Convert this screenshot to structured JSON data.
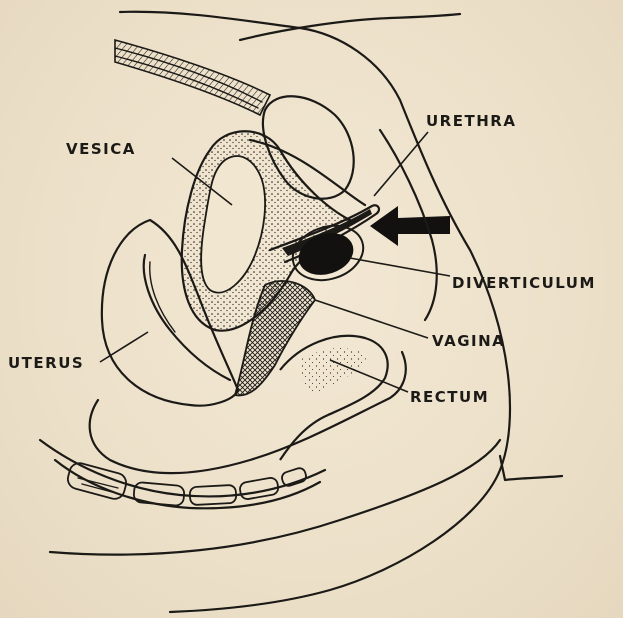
{
  "colors": {
    "paper": "#efe3cd",
    "ink": "#1c1a17"
  },
  "labels": {
    "vesica": "VESICA",
    "urethra": "URETHRA",
    "diverticulum": "DIVERTICULUM",
    "vagina": "VAGINA",
    "uterus": "UTERUS",
    "rectum": "RECTUM"
  },
  "icons": {
    "pointer": "arrow-left-icon"
  }
}
